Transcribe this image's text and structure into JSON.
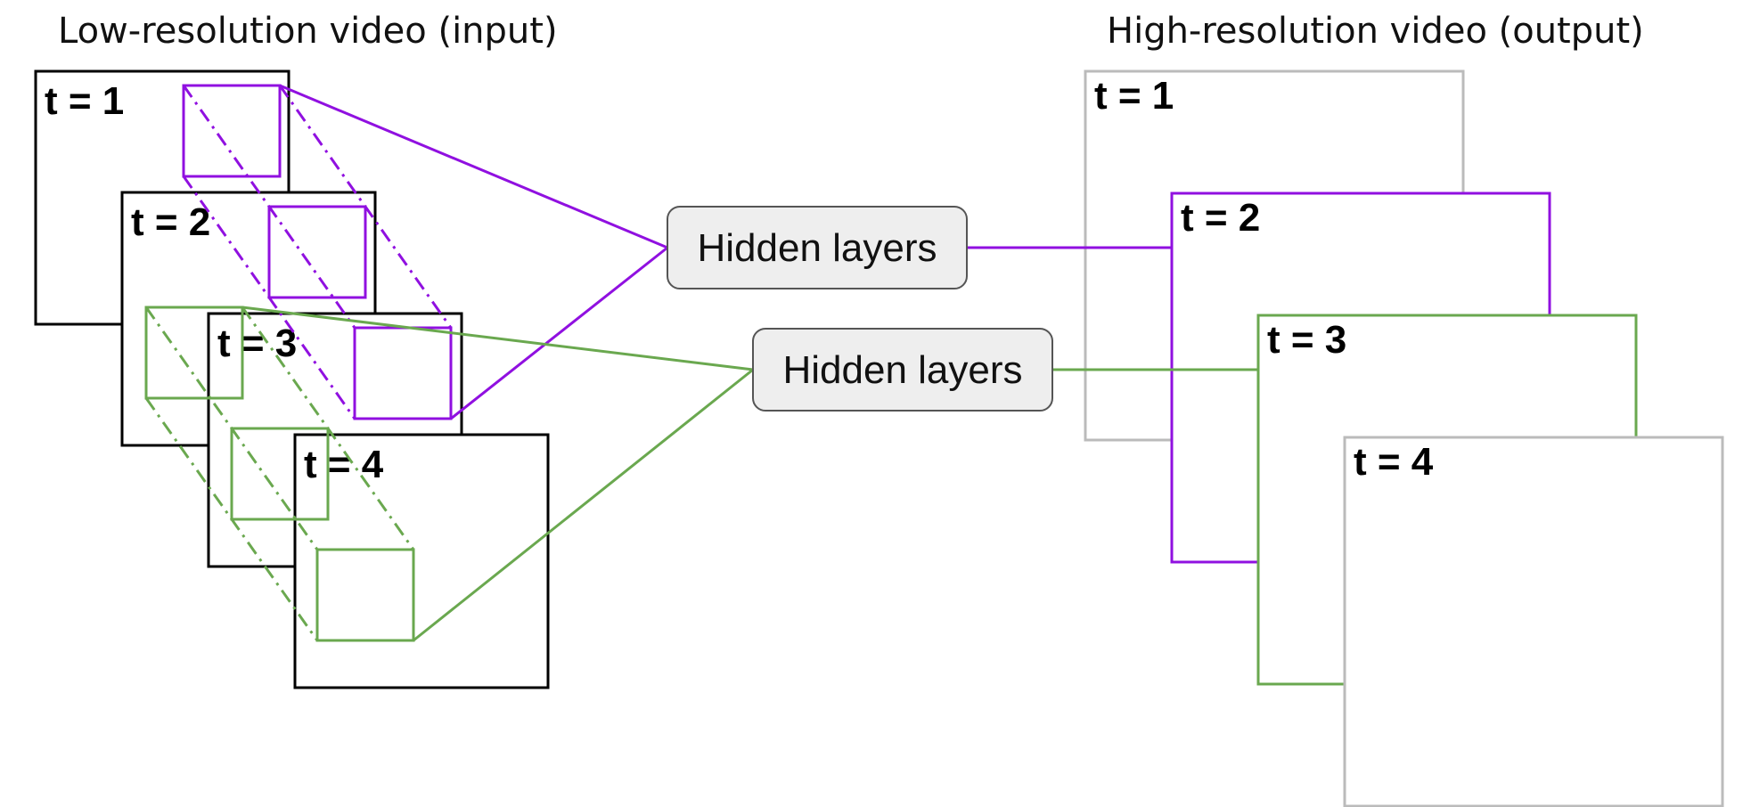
{
  "headings": {
    "input": "Low-resolution video (input)",
    "output": "High-resolution video (output)"
  },
  "input_frames": [
    {
      "label": "t = 1"
    },
    {
      "label": "t = 2"
    },
    {
      "label": "t = 3"
    },
    {
      "label": "t = 4"
    }
  ],
  "output_frames": [
    {
      "label": "t = 1"
    },
    {
      "label": "t = 2"
    },
    {
      "label": "t = 3"
    },
    {
      "label": "t = 4"
    }
  ],
  "hidden_nodes": [
    {
      "label": "Hidden layers"
    },
    {
      "label": "Hidden layers"
    }
  ],
  "colors": {
    "input_frame": "#000000",
    "output_frame_inactive": "#bbbbbb",
    "purple": "#9010e0",
    "green": "#6aa84f",
    "node_fill": "#eeeeee",
    "node_border": "#555555"
  }
}
